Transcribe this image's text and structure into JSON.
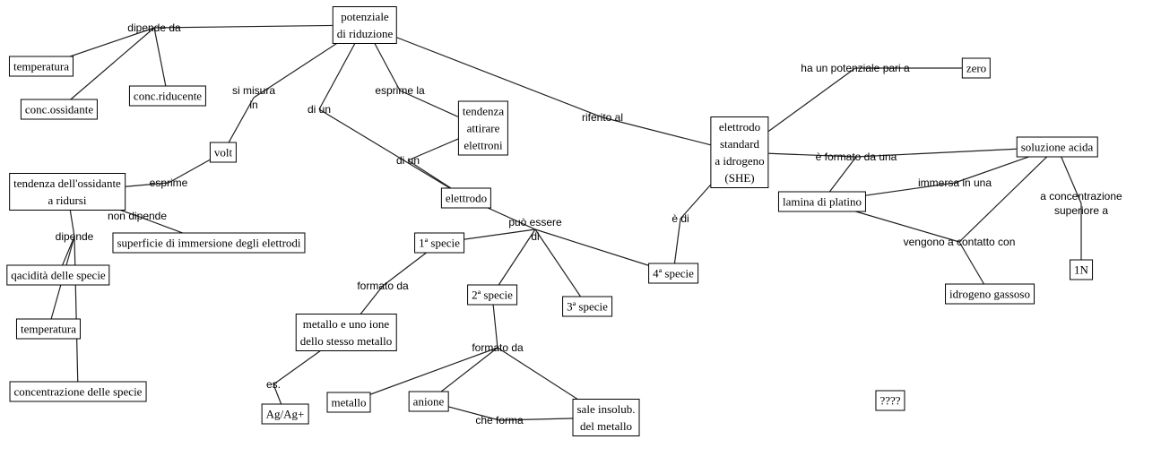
{
  "title": "potenziale di riduzione",
  "nodes": [
    {
      "id": "pot",
      "text": "potenziale\ndi riduzione"
    },
    {
      "id": "temp1",
      "text": "temperatura"
    },
    {
      "id": "concoss",
      "text": "conc.ossidante"
    },
    {
      "id": "concrid",
      "text": "conc.riducente"
    },
    {
      "id": "volt",
      "text": "volt"
    },
    {
      "id": "tendox",
      "text": "tendenza dell'ossidante\na ridursi"
    },
    {
      "id": "superf",
      "text": "superficie di immersione degli elettrodi"
    },
    {
      "id": "acid",
      "text": "qacidità delle specie"
    },
    {
      "id": "temp2",
      "text": "temperatura"
    },
    {
      "id": "concspec",
      "text": "concentrazione delle specie"
    },
    {
      "id": "tendattr",
      "text": "tendenza\nattirare\nelettroni"
    },
    {
      "id": "elettrodo",
      "text": "elettrodo"
    },
    {
      "id": "sp1",
      "text": "1ª specie"
    },
    {
      "id": "sp2",
      "text": "2ª specie"
    },
    {
      "id": "sp3",
      "text": "3ª specie"
    },
    {
      "id": "sp4",
      "text": "4ª specie"
    },
    {
      "id": "metion",
      "text": "metallo e uno ione\ndello stesso metallo"
    },
    {
      "id": "agag",
      "text": "Ag/Ag+"
    },
    {
      "id": "metallo",
      "text": "metallo"
    },
    {
      "id": "anione",
      "text": "anione"
    },
    {
      "id": "sale",
      "text": "sale insolub.\ndel metallo"
    },
    {
      "id": "she",
      "text": "elettrodo\nstandard\na idrogeno\n(SHE)"
    },
    {
      "id": "zero",
      "text": "zero"
    },
    {
      "id": "solacida",
      "text": "soluzione acida"
    },
    {
      "id": "lamina",
      "text": "lamina di platino"
    },
    {
      "id": "idrogas",
      "text": "idrogeno gassoso"
    },
    {
      "id": "unoN",
      "text": "1N"
    },
    {
      "id": "qqqq",
      "text": "????"
    }
  ],
  "links": [
    {
      "id": "l_dipendeda",
      "text": "dipende da"
    },
    {
      "id": "l_simisura",
      "text": "si misura\nin"
    },
    {
      "id": "l_diun1",
      "text": "di un"
    },
    {
      "id": "l_esprimela",
      "text": "esprime la"
    },
    {
      "id": "l_riferito",
      "text": "riferito al"
    },
    {
      "id": "l_esprime",
      "text": "esprime"
    },
    {
      "id": "l_nondipende",
      "text": "non dipende"
    },
    {
      "id": "l_dipende",
      "text": "dipende"
    },
    {
      "id": "l_diun2",
      "text": "di un"
    },
    {
      "id": "l_puoessere",
      "text": "può essere\ndi"
    },
    {
      "id": "l_formato1",
      "text": "formato da"
    },
    {
      "id": "l_formato2",
      "text": "formato da"
    },
    {
      "id": "l_es",
      "text": "es."
    },
    {
      "id": "l_cheforma",
      "text": "che forma"
    },
    {
      "id": "l_edi",
      "text": "è di"
    },
    {
      "id": "l_hapot",
      "text": "ha un potenziale pari a"
    },
    {
      "id": "l_eformato",
      "text": "è formato da una"
    },
    {
      "id": "l_immersa",
      "text": "immersa in una"
    },
    {
      "id": "l_vengono",
      "text": "vengono a contatto con"
    },
    {
      "id": "l_aconc",
      "text": "a concentrazione\nsuperiore a"
    }
  ]
}
